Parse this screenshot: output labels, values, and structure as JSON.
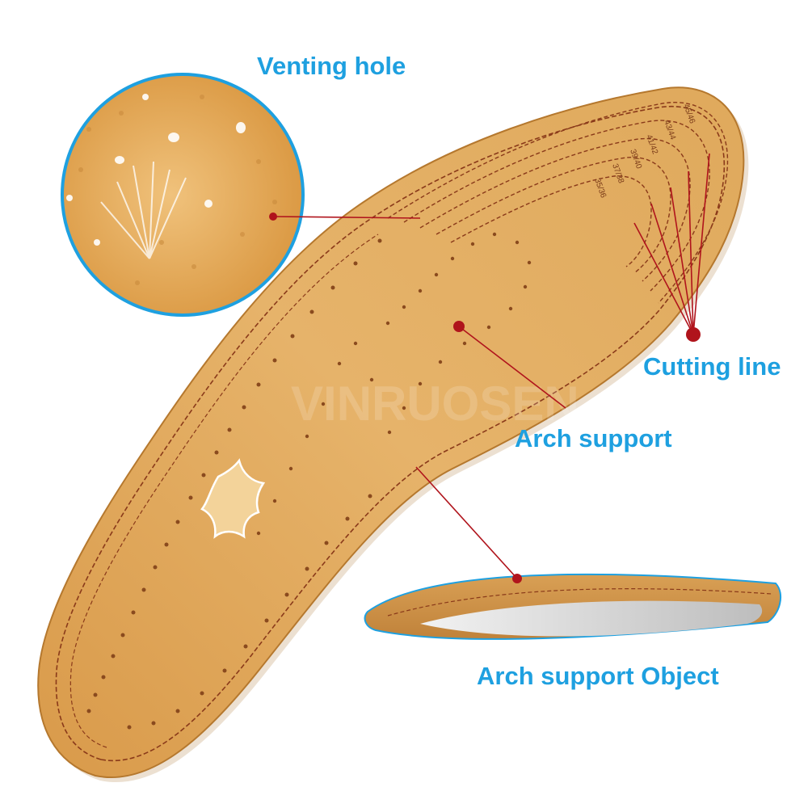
{
  "callouts": {
    "venting_hole": "Venting hole",
    "cutting_line": "Cutting line",
    "arch_support": "Arch support",
    "arch_support_object": "Arch support Object"
  },
  "size_marks": [
    "45/46",
    "43/44",
    "41/42",
    "39/40",
    "37/38",
    "35/36"
  ],
  "watermark": "VINRUOSEN",
  "colors": {
    "label_blue": "#1ea0e0",
    "leather": "#dca55a",
    "leather_dark": "#b5782e",
    "stitch": "#8a3a1a",
    "leader_red": "#b0141c"
  }
}
